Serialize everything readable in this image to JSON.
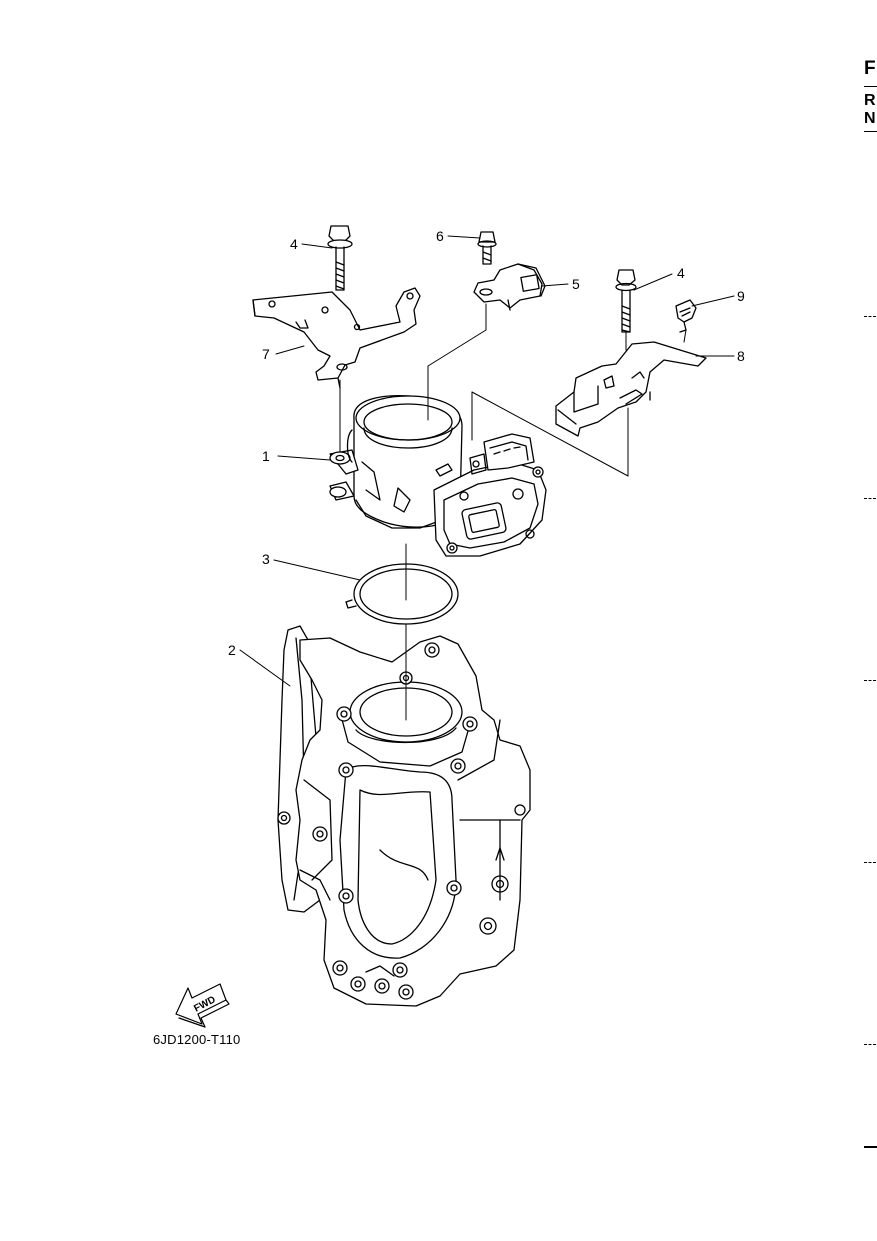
{
  "page": {
    "edge_letters": [
      "F",
      "R",
      "N"
    ],
    "drawing_code": "6JD1200-T110"
  },
  "callouts": {
    "throttle_body": "1",
    "intake_manifold": "2",
    "gasket": "3",
    "bolt_left": "4",
    "bolt_right": "4",
    "sensor": "5",
    "screw": "6",
    "bracket_left": "7",
    "bracket_right": "8",
    "connector_clip": "9"
  },
  "fwd_arrow": {
    "label": "FWD"
  }
}
